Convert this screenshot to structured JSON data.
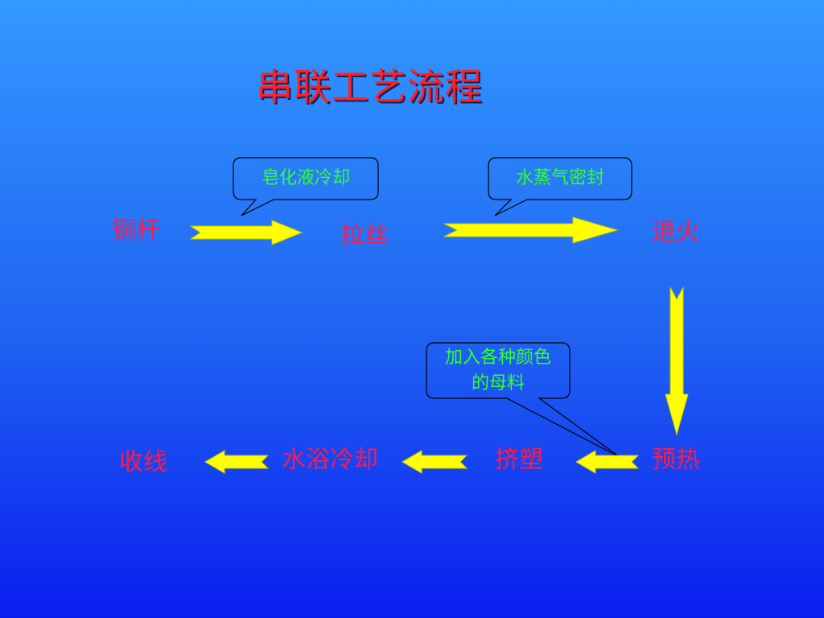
{
  "title": "串联工艺流程",
  "nodes": {
    "copper_rod": "铜杆",
    "wire_drawing": "拉丝",
    "annealing": "退火",
    "preheating": "预热",
    "extrusion": "挤塑",
    "water_cooling": "水浴冷却",
    "take_up": "收线"
  },
  "callouts": {
    "soap_cooling": "皂化液冷却",
    "steam_seal": "水蒸气密封",
    "color_masterbatch_line1": "加入各种颜色",
    "color_masterbatch_line2": "的母料"
  },
  "colors": {
    "node_text": "#ff1a4a",
    "callout_text": "#33ff33",
    "arrow_fill": "#ffff00",
    "title_text": "#ff2020"
  }
}
